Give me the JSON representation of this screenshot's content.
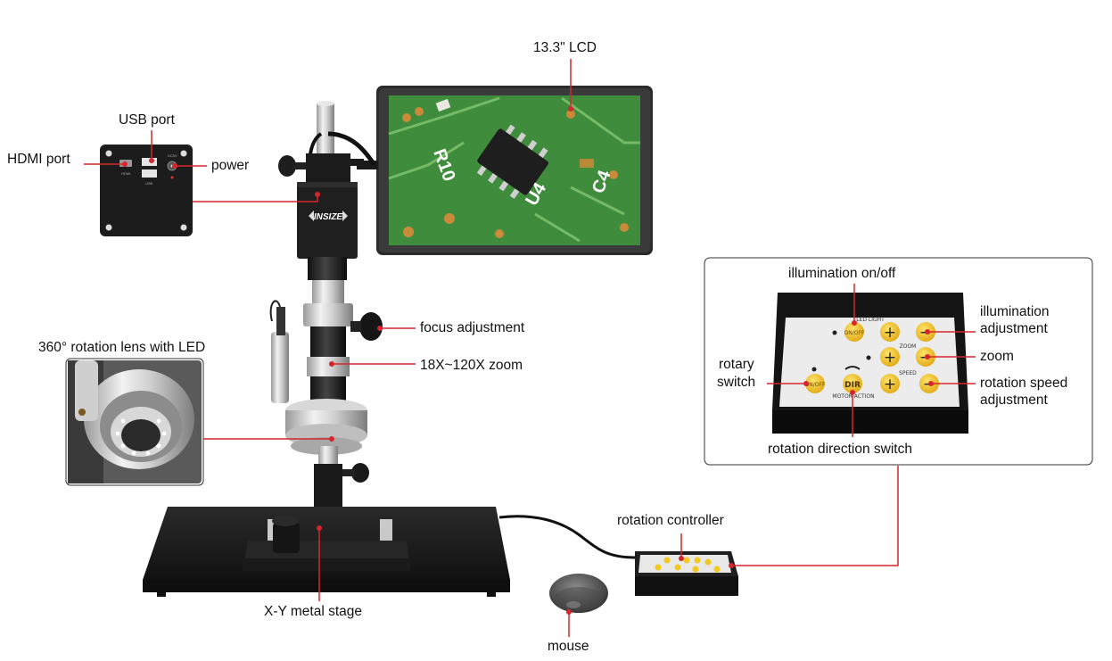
{
  "labels": {
    "lcd": "13.3\" LCD",
    "usb_port": "USB port",
    "hdmi_port": "HDMI port",
    "power": "power",
    "focus_adjustment": "focus adjustment",
    "rotation_lens": "360° rotation lens with LED",
    "zoom_range": "18X~120X zoom",
    "xy_stage": "X-Y metal stage",
    "mouse": "mouse",
    "rotation_controller": "rotation controller",
    "illumination_onoff": "illumination on/off",
    "illumination_adjustment_1": "illumination",
    "illumination_adjustment_2": "adjustment",
    "zoom": "zoom",
    "rotary_switch_1": "rotary",
    "rotary_switch_2": "switch",
    "rotation_speed_1": "rotation speed",
    "rotation_speed_2": "adjustment",
    "rotation_direction_switch": "rotation direction switch"
  },
  "camera_panel": {
    "hdmi_text": "HDMI",
    "usb_text": "USB",
    "dc_text": "DC5V"
  },
  "brand": "INSIZE",
  "pcb_text": {
    "r10": "R10",
    "u4": "U4",
    "c4": "C4"
  },
  "controller_panel": {
    "led_light": "LED LIGHT",
    "zoom": "ZOOM",
    "speed": "SPEED",
    "motor_action": "MOTOR ACTION",
    "onoff": "ON/OFF",
    "dir": "DIR",
    "plus": "+",
    "minus": "−"
  },
  "colors": {
    "callout_line": "#d6262c",
    "button_yellow": "#f2c81e",
    "pcb_green": "#3f8c3c",
    "device_black": "#1c1c1c"
  }
}
